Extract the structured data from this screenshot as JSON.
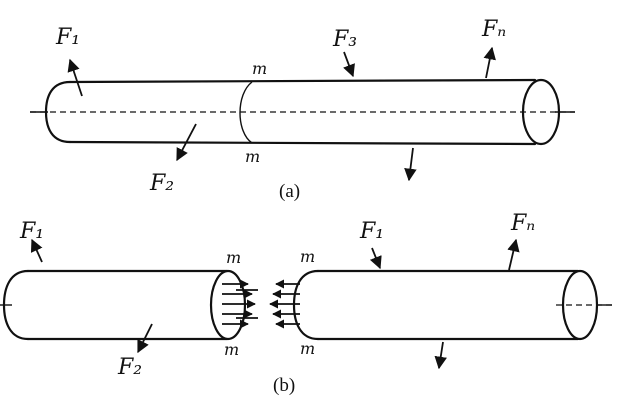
{
  "colors": {
    "line": "#111111",
    "background": "#ffffff"
  },
  "figure_a": {
    "caption": "(a)",
    "labels": {
      "F1": "F₁",
      "F2": "F₂",
      "F3": "F₃",
      "Fn": "Fₙ",
      "m_top": "m",
      "m_bottom": "m"
    }
  },
  "figure_b": {
    "caption": "(b)",
    "left_labels": {
      "F1": "F₁",
      "F2": "F₂",
      "m_top": "m",
      "m_bottom": "m"
    },
    "right_labels": {
      "F1": "F₁",
      "Fn": "Fₙ",
      "m_top": "m",
      "m_bottom": "m"
    }
  }
}
